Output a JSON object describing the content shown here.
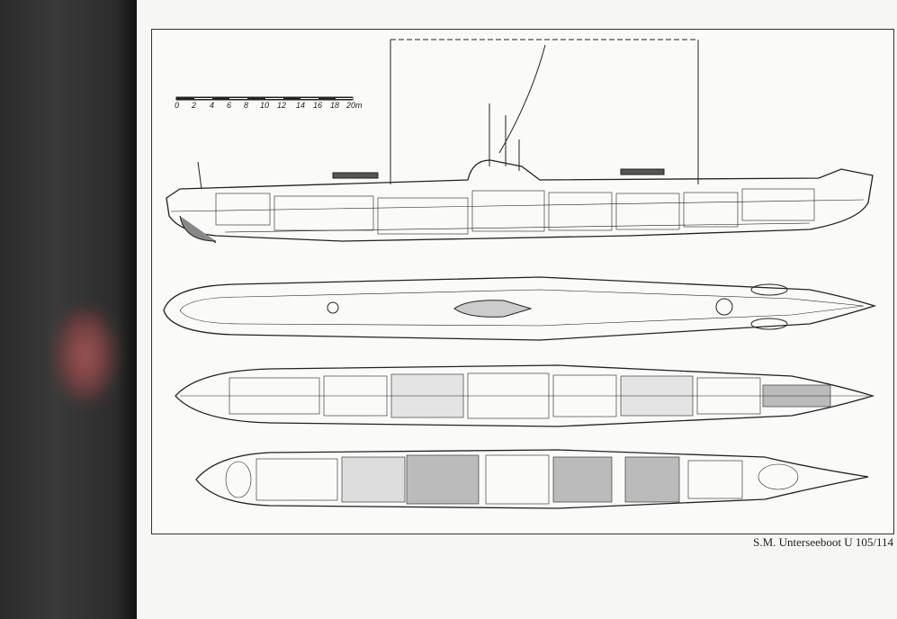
{
  "caption": "S.M. Unterseeboot U 105/114",
  "scale_bar": {
    "ticks": [
      "0",
      "2",
      "4",
      "6",
      "8",
      "10",
      "12",
      "14",
      "16",
      "18",
      "20m"
    ]
  },
  "views": [
    "side-profile-section",
    "top-view-deck",
    "plan-section-upper",
    "plan-section-lower"
  ]
}
